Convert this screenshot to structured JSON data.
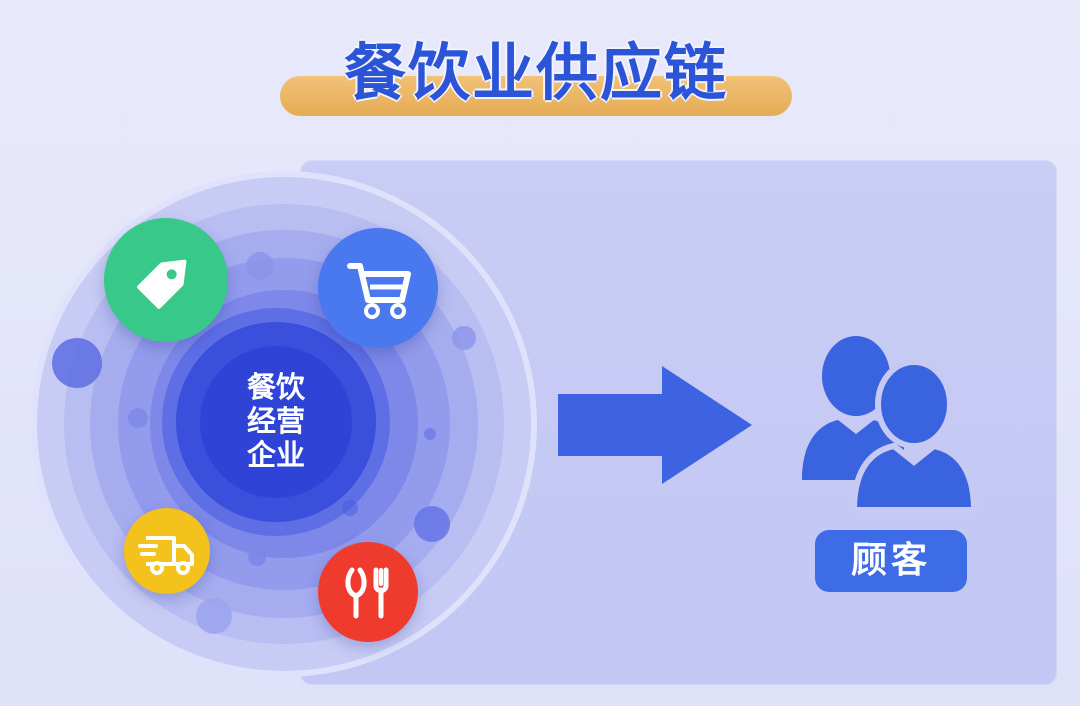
{
  "title": "餐饮业供应链",
  "center": {
    "lines": [
      "餐饮",
      "经营",
      "企业"
    ]
  },
  "target": {
    "label": "顾客"
  },
  "icons": {
    "tag": "tag-icon",
    "cart": "shopping-cart-icon",
    "truck": "delivery-truck-icon",
    "utensils": "fork-spoon-icon",
    "arrow": "right-arrow-icon",
    "customers": "customers-icon"
  },
  "colors": {
    "title": "#2b55d6",
    "title_highlight": "#e6ab55",
    "tag": "#38c98a",
    "cart": "#4a78ee",
    "truck": "#f4c21c",
    "utensils": "#ee3b2d",
    "core": "#2f44d6",
    "accent": "#3e6be6"
  }
}
